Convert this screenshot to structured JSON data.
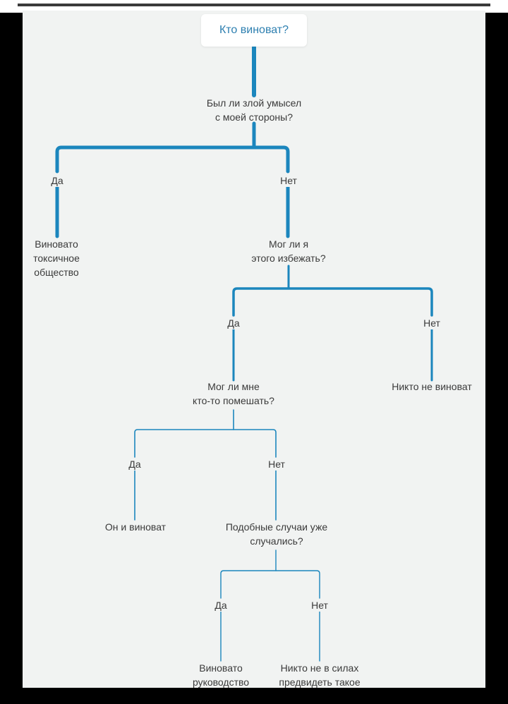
{
  "diagram": {
    "root": "Кто виноват?",
    "q1": [
      "Был ли злой умысел",
      "с моей стороны?"
    ],
    "q1_yes_label": "Да",
    "q1_no_label": "Нет",
    "q1_yes_answer": [
      "Виновато",
      "токсичное",
      "общество"
    ],
    "q2": [
      "Мог ли я",
      "этого избежать?"
    ],
    "q2_yes_label": "Да",
    "q2_no_label": "Нет",
    "q2_no_answer": "Никто не виноват",
    "q3": [
      "Мог ли мне",
      "кто-то помешать?"
    ],
    "q3_yes_label": "Да",
    "q3_no_label": "Нет",
    "q3_yes_answer": "Он и виноват",
    "q4": [
      "Подобные случаи уже",
      "случались?"
    ],
    "q4_yes_label": "Да",
    "q4_no_label": "Нет",
    "q4_yes_answer": [
      "Виновато",
      "руководство"
    ],
    "q4_no_answer": [
      "Никто не в силах",
      "предвидеть такое"
    ]
  },
  "colors": {
    "line": "#1b86bd",
    "root_text": "#2d7fb0",
    "text": "#3a3a3a",
    "sheet": "#f1f3f2"
  }
}
